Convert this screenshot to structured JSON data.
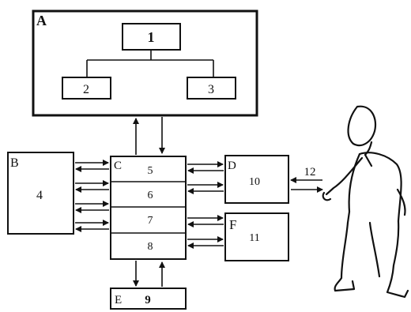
{
  "diagram": {
    "block_a": {
      "letter": "A",
      "top": "1",
      "left": "2",
      "right": "3"
    },
    "block_b": {
      "letter": "B",
      "inner": "4"
    },
    "block_c": {
      "letter": "C",
      "rows": [
        "5",
        "6",
        "7",
        "8"
      ]
    },
    "block_d": {
      "letter": "D",
      "inner": "10"
    },
    "block_e": {
      "letter": "E",
      "inner": "9"
    },
    "block_f": {
      "letter": "F",
      "inner": "11"
    },
    "signal": "12"
  }
}
